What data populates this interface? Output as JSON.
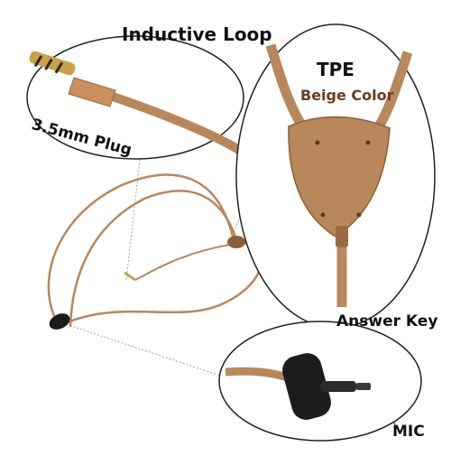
{
  "labels": {
    "title": "Inductive Loop",
    "material": "TPE",
    "color_name": "Beige Color",
    "plug": "3.5mm Plug",
    "answer_key": "Answer Key",
    "mic": "MIC"
  },
  "colors": {
    "cable": "#b8875b",
    "cable_dark": "#8a5f38",
    "plug_metal": "#c9a24a",
    "plug_ring": "#2a2a2a",
    "button_black": "#1c1c1c"
  }
}
